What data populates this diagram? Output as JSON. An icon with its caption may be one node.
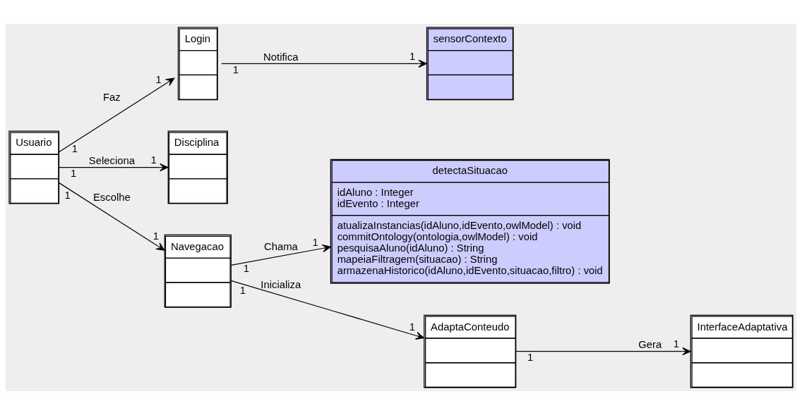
{
  "diagram": {
    "nodes": [
      {
        "text": [
          "Usuario"
        ]
      },
      {
        "text": [
          "Login"
        ]
      },
      {
        "text": [
          "sensorContexto"
        ]
      },
      {
        "text": [
          "Disciplina"
        ]
      },
      {
        "text": [
          "Navegacao"
        ]
      },
      {
        "text": [
          "detectaSituacao",
          "idAluno : Integer",
          "idEvento : Integer",
          "atualizaInstancias(idAluno,idEvento,owlModel) : void",
          "commitOntology(ontologia,owlModel) : void",
          "pesquisaAluno(idAluno) : String",
          "mapeiaFiltragem(situacao) : String",
          "armazenaHistorico(idAluno,idEvento,situacao,filtro) : void"
        ]
      },
      {
        "text": [
          "AdaptaConteudo"
        ]
      },
      {
        "text": [
          "InterfaceAdaptativa"
        ]
      }
    ],
    "edges": [
      {
        "from": 0,
        "to": 1,
        "arrow": "to",
        "label": "Faz"
      },
      {
        "from": 1,
        "to": 2,
        "arrow": "to",
        "label": "Notifica"
      },
      {
        "from": 0,
        "to": 3,
        "arrow": "to",
        "label": "Seleciona"
      },
      {
        "from": 0,
        "to": 4,
        "arrow": "to",
        "label": "Escolhe"
      },
      {
        "from": 4,
        "to": 5,
        "arrow": "to",
        "label": "Chama"
      },
      {
        "from": 4,
        "to": 6,
        "arrow": "to",
        "label": "Inicializa"
      },
      {
        "from": 6,
        "to": 7,
        "arrow": "to",
        "label": "Gera"
      }
    ],
    "labels": [
      "1",
      "1",
      "1",
      "1",
      "1",
      "1",
      "1",
      "1",
      "1",
      "1",
      "1",
      "1",
      "1",
      "1"
    ]
  }
}
